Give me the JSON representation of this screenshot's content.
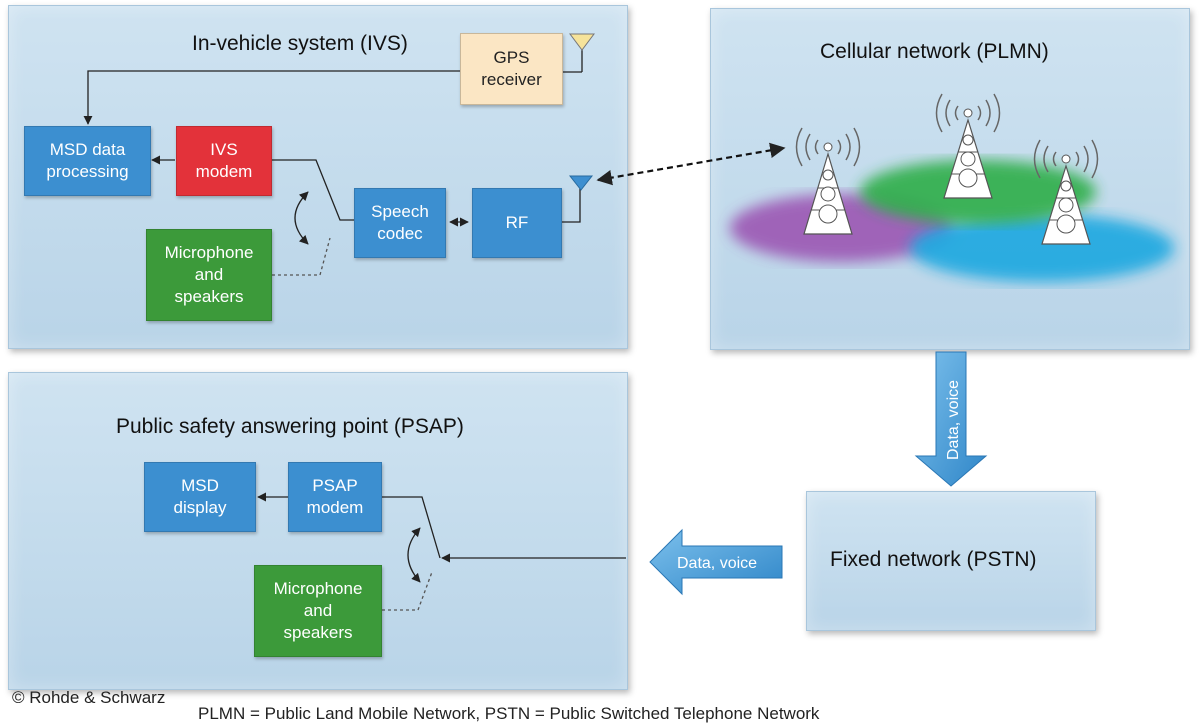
{
  "ivs": {
    "title": "In-vehicle system (IVS)",
    "gps": "GPS\nreceiver",
    "msd_processing": "MSD data\nprocessing",
    "ivs_modem": "IVS\nmodem",
    "microphone": "Microphone\nand\nspeakers",
    "speech_codec": "Speech\ncodec",
    "rf": "RF"
  },
  "cellular": {
    "title": "Cellular network (PLMN)"
  },
  "psap": {
    "title": "Public safety answering point (PSAP)",
    "msd_display": "MSD\ndisplay",
    "psap_modem": "PSAP\nmodem",
    "microphone": "Microphone\nand\nspeakers"
  },
  "fixed": {
    "title": "Fixed network (PSTN)"
  },
  "arrows": {
    "down_label": "Data, voice",
    "left_label": "Data, voice"
  },
  "credit": "© Rohde & Schwarz",
  "footnote": "PLMN = Public Land Mobile Network, PSTN = Public Switched Telephone  Network",
  "colors": {
    "blue_box": "#3c8fd0",
    "red_box": "#e3323a",
    "green_box": "#3c9a3a",
    "gps_box": "#fbe6c4",
    "panel": "#c3dbec",
    "coverage_purple": "#9a4fb0",
    "coverage_green": "#2fae4a",
    "coverage_cyan": "#1aa8e0"
  }
}
